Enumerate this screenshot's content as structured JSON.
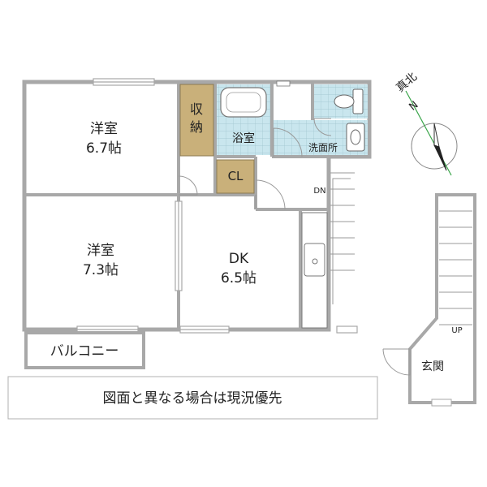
{
  "rooms": {
    "western_a": {
      "name": "洋室",
      "size": "6.7帖"
    },
    "western_b": {
      "name": "洋室",
      "size": "7.3帖"
    },
    "dk": {
      "name": "DK",
      "size": "6.5帖"
    },
    "storage": {
      "label_top": "収",
      "label_bottom": "納"
    },
    "closet": {
      "label": "CL"
    },
    "bath": {
      "label": "浴室"
    },
    "washroom": {
      "label": "洗面所"
    },
    "balcony": {
      "label": "バルコニー"
    },
    "entrance": {
      "label": "玄関"
    }
  },
  "stairs": {
    "down_label": "DN",
    "up_label": "UP"
  },
  "compass": {
    "true_north": "真北",
    "north": "N"
  },
  "notice": "図面と異なる場合は現況優先",
  "colors": {
    "wall": "#a8a8a8",
    "storage": "#c9b07a",
    "wet_area": "#c9e6ee",
    "compass_green": "#3aa54a"
  }
}
